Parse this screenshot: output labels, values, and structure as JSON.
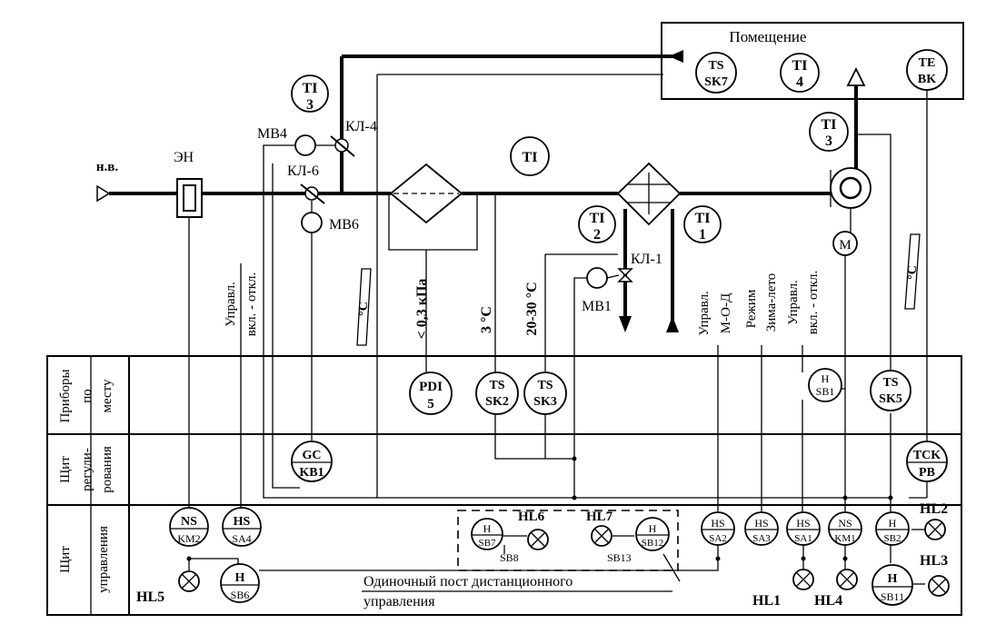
{
  "room": {
    "label": "Помещение"
  },
  "outdoor_air": "н.в.",
  "heater": "ЭН",
  "valves": {
    "kl4": "КЛ-4",
    "kl6": "КЛ-6",
    "kl1": "КЛ-1"
  },
  "drives": {
    "mv4": "МВ4",
    "mv6": "МВ6",
    "mv1": "МВ1"
  },
  "ti_bubbles": [
    {
      "l1": "TI",
      "l2": "3"
    },
    {
      "l1": "TI",
      "l2": ""
    },
    {
      "l1": "TI",
      "l2": "2"
    },
    {
      "l1": "TI",
      "l2": "1"
    },
    {
      "l1": "TI",
      "l2": "3"
    },
    {
      "l1": "TI",
      "l2": "4"
    }
  ],
  "room_sensors": {
    "ts_sk7": {
      "l1": "TS",
      "l2": "SK7"
    },
    "te_vk": {
      "l1": "TE",
      "l2": "BK"
    }
  },
  "motor": "M",
  "setpoints": {
    "deg_c": "°C",
    "pressure": "< 0,3 кПа",
    "t3": "3 °C",
    "t2030": "20-30 °C"
  },
  "vertical_labels": {
    "upravl_left": "Управл.",
    "vkl_otkl_left": "вкл. - откл.",
    "upravl_mid": "Управл.",
    "mod": "М-О-Д",
    "rezhim": "Режим",
    "zima_leto": "Зима-лето",
    "upravl_right": "Управл.",
    "vkl_otkl_right": "вкл. - откл."
  },
  "row_labels": {
    "local": "Приборы по месту",
    "reg": "Щит регули-рования",
    "ctrl": "Щит управления"
  },
  "local_devices": [
    {
      "l1": "PDI",
      "l2": "5"
    },
    {
      "l1": "TS",
      "l2": "SK2"
    },
    {
      "l1": "TS",
      "l2": "SK3"
    },
    {
      "l1": "H",
      "l2": "SB1"
    },
    {
      "l1": "TS",
      "l2": "SK5"
    }
  ],
  "reg_devices": [
    {
      "l1": "GC",
      "l2": "KB1"
    },
    {
      "l1": "TCK",
      "l2": "PB"
    }
  ],
  "ctrl_devices": [
    {
      "l1": "NS",
      "l2": "KM2"
    },
    {
      "l1": "HS",
      "l2": "SA4"
    },
    {
      "l1": "H",
      "l2": "SB6"
    },
    {
      "l1": "H",
      "l2": "SB7"
    },
    {
      "l1": "H",
      "l2": "SB12"
    },
    {
      "l1": "HS",
      "l2": "SA2"
    },
    {
      "l1": "HS",
      "l2": "SA3"
    },
    {
      "l1": "HS",
      "l2": "SA1"
    },
    {
      "l1": "NS",
      "l2": "KM1"
    },
    {
      "l1": "H",
      "l2": "SB2"
    },
    {
      "l1": "H",
      "l2": "SB11"
    }
  ],
  "lamps": {
    "hl1": "HL1",
    "hl2": "HL2",
    "hl3": "HL3",
    "hl4": "HL4",
    "hl5": "HL5",
    "hl6": "HL6",
    "hl7": "HL7"
  },
  "sub_labels": {
    "sb8": "SB8",
    "sb13": "SB13"
  },
  "remote_post": {
    "line1": "Одиночный пост дистанционного",
    "line2": "управления"
  }
}
